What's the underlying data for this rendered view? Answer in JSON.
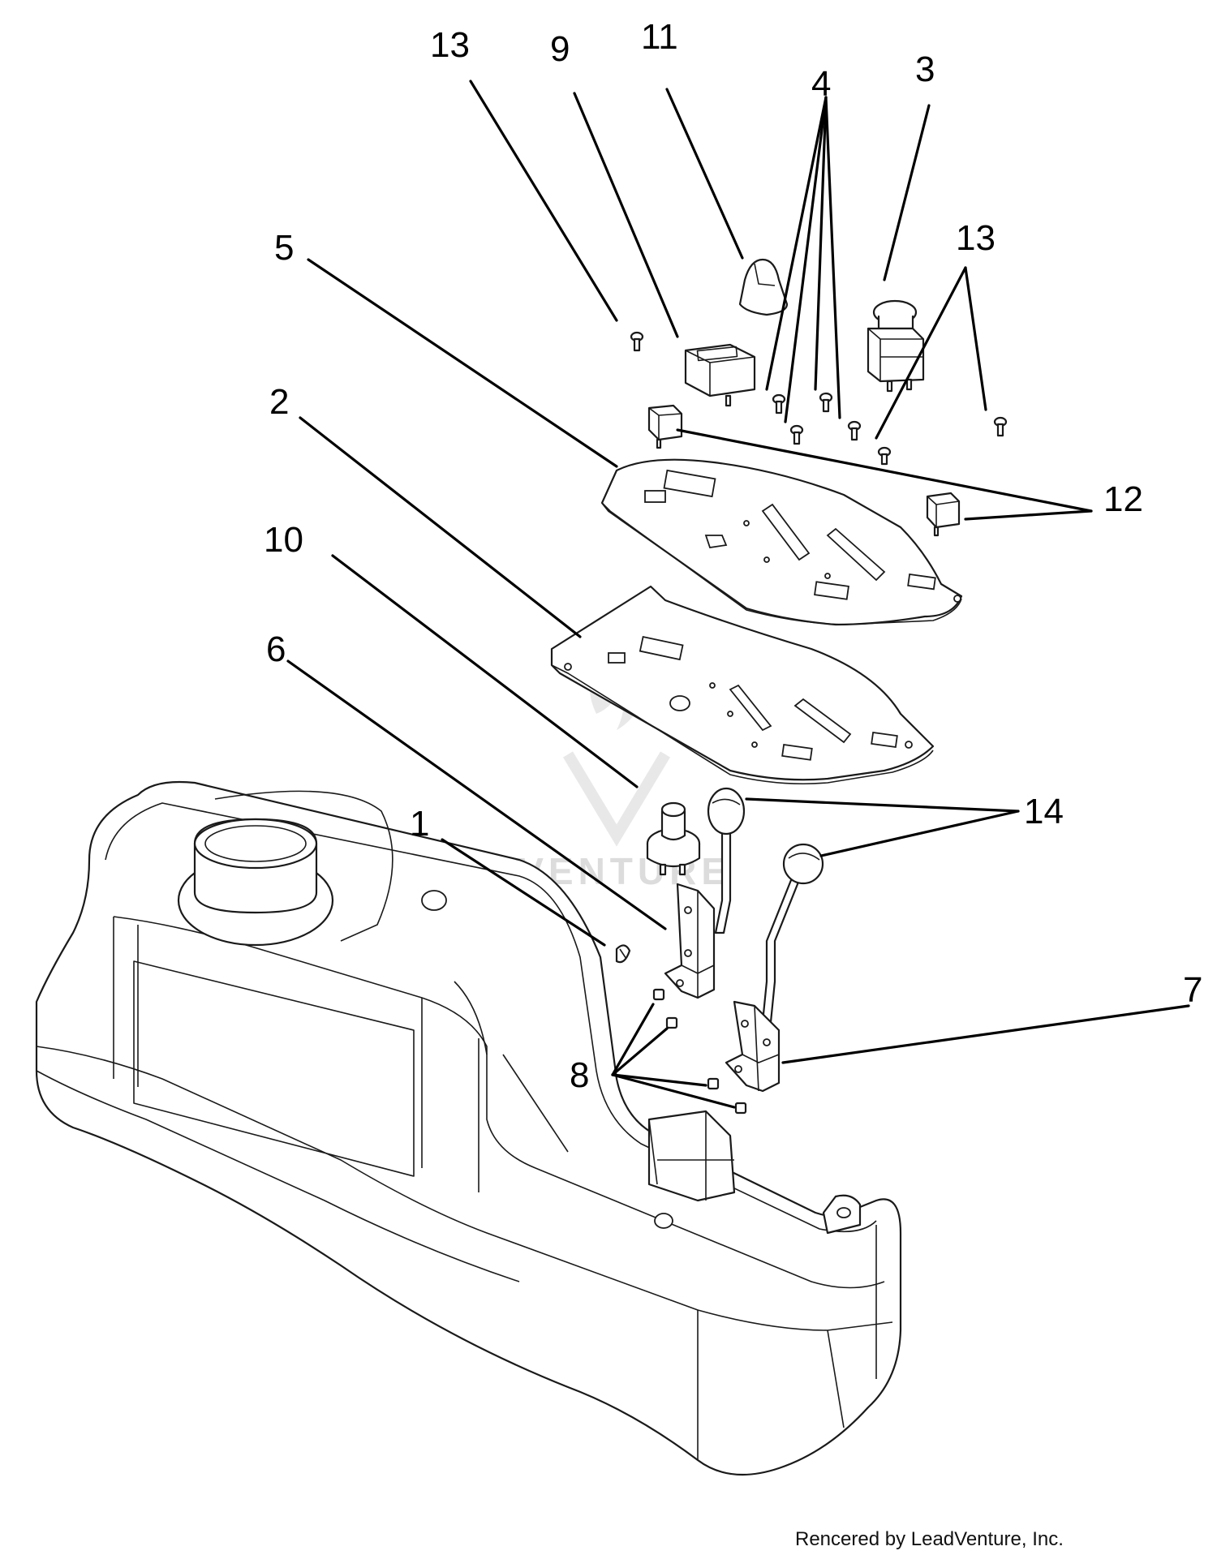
{
  "callouts": {
    "c1": "1",
    "c2": "2",
    "c3": "3",
    "c4": "4",
    "c5": "5",
    "c6": "6",
    "c7": "7",
    "c8": "8",
    "c9": "9",
    "c10": "10",
    "c11": "11",
    "c12": "12",
    "c13a": "13",
    "c13b": "13",
    "c14": "14"
  },
  "watermark": "LEADVENTURE",
  "credit": "Rencered by LeadVenture, Inc."
}
